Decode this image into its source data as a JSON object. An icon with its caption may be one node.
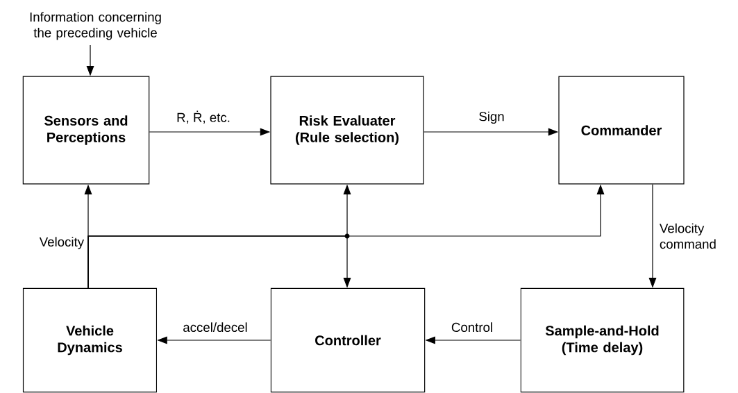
{
  "diagram": {
    "nodes": [
      {
        "text": [
          "Information concerning the preceding vehicle"
        ]
      },
      {
        "text": [
          "Sensors and Perceptions"
        ]
      },
      {
        "text": [
          "Risk Evaluater (Rule selection)"
        ]
      },
      {
        "text": [
          "Commander"
        ]
      },
      {
        "text": [
          "Vehicle Dynamics"
        ]
      },
      {
        "text": [
          "Controller"
        ]
      },
      {
        "text": [
          "Sample-and-Hold (Time delay)"
        ]
      }
    ],
    "edges": [
      {
        "from": 0,
        "to": 1,
        "arrow": "to"
      },
      {
        "from": 1,
        "to": 2,
        "arrow": "to",
        "label": "R, Ṙ, etc."
      },
      {
        "from": 2,
        "to": 3,
        "arrow": "to",
        "label": "Sign"
      },
      {
        "from": 3,
        "to": 6,
        "arrow": "to",
        "label": "Velocity command"
      },
      {
        "from": 6,
        "to": 5,
        "arrow": "to",
        "label": "Control"
      },
      {
        "from": 5,
        "to": 4,
        "arrow": "to",
        "label": "accel/decel"
      },
      {
        "from": 4,
        "to": 1,
        "arrow": "to",
        "label": "Velocity"
      },
      {
        "from": 4,
        "to": 3,
        "arrow": "to"
      },
      {
        "from": 4,
        "to": 2,
        "arrow": "to"
      },
      {
        "from": 4,
        "to": 5,
        "arrow": "to"
      }
    ]
  }
}
